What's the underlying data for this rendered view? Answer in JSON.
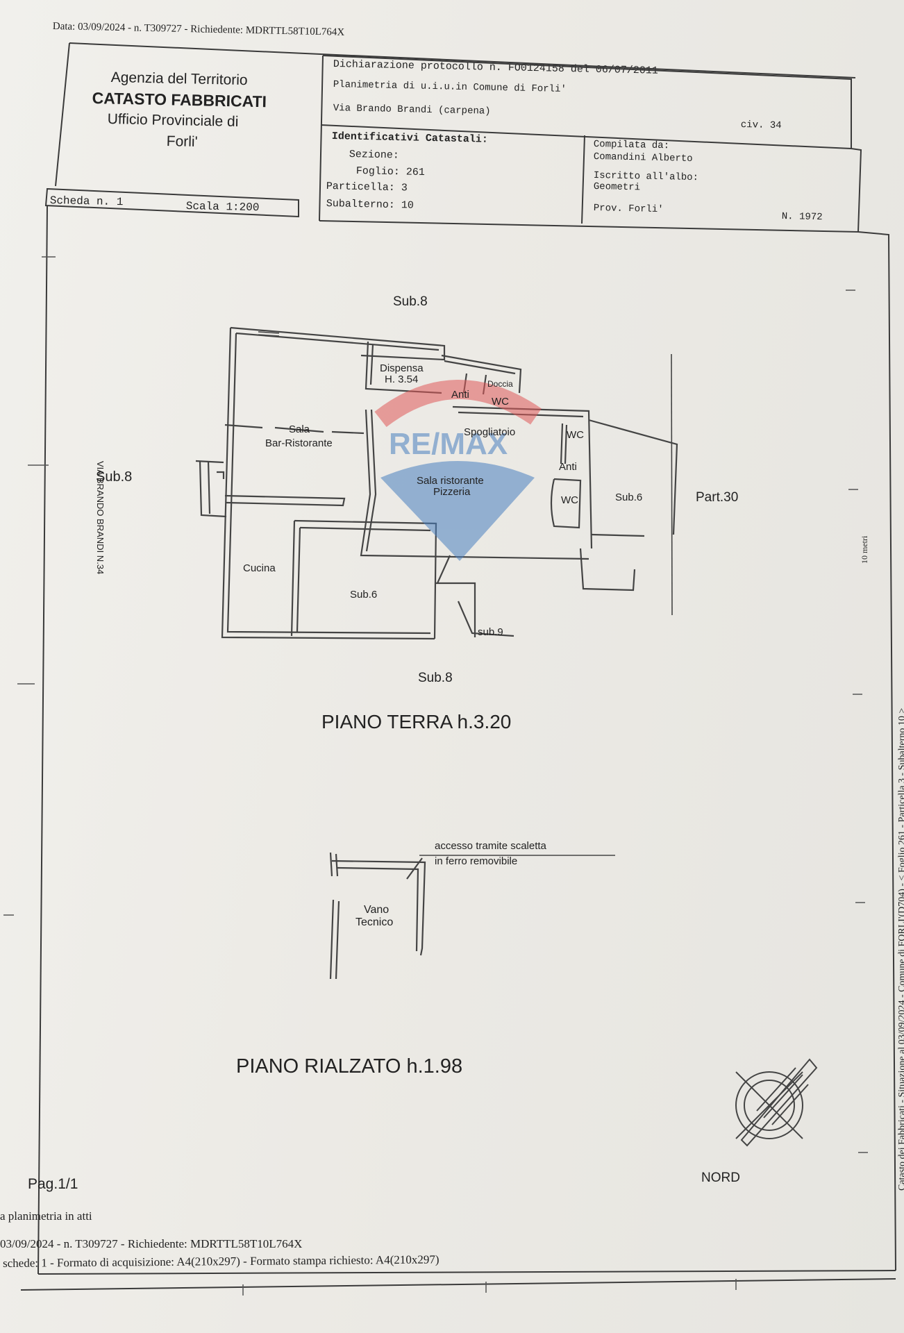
{
  "top_note": "Data: 03/09/2024 - n. T309727 - Richiedente: MDRTTL58T10L764X",
  "agency": {
    "line1": "Agenzia del Territorio",
    "line2": "CATASTO FABBRICATI",
    "line3": "Ufficio Provinciale di",
    "line4": "Forli'"
  },
  "scheda": {
    "label": "Scheda n. 1",
    "scale": "Scala 1:200"
  },
  "declaration": {
    "protocol": "Dichiarazione protocollo n. FO0124158 del 06/07/2011",
    "plan": "Planimetria di u.i.u.in Comune di Forli'",
    "street": "Via Brando Brandi (carpena)",
    "civ": "civ. 34"
  },
  "identifiers": {
    "title": "Identificativi Catastali:",
    "sezione": "Sezione:",
    "foglio": "Foglio: 261",
    "particella": "Particella: 3",
    "subalterno": "Subalterno: 10"
  },
  "compiler": {
    "compiled_by": "Compilata da:",
    "name": "Comandini Alberto",
    "registered": "Iscritto all'albo:",
    "profession": "Geometri",
    "province": "Prov. Forli'",
    "number": "N. 1972"
  },
  "plan_labels": {
    "sub8_top": "Sub.8",
    "sub8_left": "Sub.8",
    "sub8_bottom": "Sub.8",
    "street_vertical": "VIA BRANDO BRANDI N.34",
    "dispensa": "Dispensa",
    "dispensa_h": "H. 3.54",
    "anti1": "Anti",
    "doccia": "Doccia",
    "wc1": "WC",
    "sala": "Sala",
    "bar": "Bar-Ristorante",
    "spogliatoio": "Spogliatoio",
    "wc2": "WC",
    "anti2": "Anti",
    "sala_ristorante": "Sala ristorante",
    "pizzeria": "Pizzeria",
    "wc3": "WC",
    "sub6_right": "Sub.6",
    "part30": "Part.30",
    "cucina": "Cucina",
    "sub6_bottom": "Sub.6",
    "sub9": "sub.9",
    "floor1": "PIANO TERRA h.3.20",
    "access1": "accesso tramite scaletta",
    "access2": "in ferro removibile",
    "vano": "Vano",
    "tecnico": "Tecnico",
    "floor2": "PIANO RIALZATO h.1.98",
    "nord": "NORD",
    "watermark": "RE/MAX"
  },
  "side_note": "Catasto dei Fabbricati - Situazione al 03/09/2024 - Comune di FORLI'(D704) - < Foglio 261 - Particella 3 - Subalterno 10 >",
  "side_mm": "10 metri",
  "footer": {
    "page": "Pag.1/1",
    "note1": "a planimetria in atti",
    "note2": "03/09/2024 - n. T309727 - Richiedente: MDRTTL58T10L764X",
    "note3": "schede: 1 - Formato di acquisizione: A4(210x297) - Formato stampa richiesto: A4(210x297)"
  }
}
